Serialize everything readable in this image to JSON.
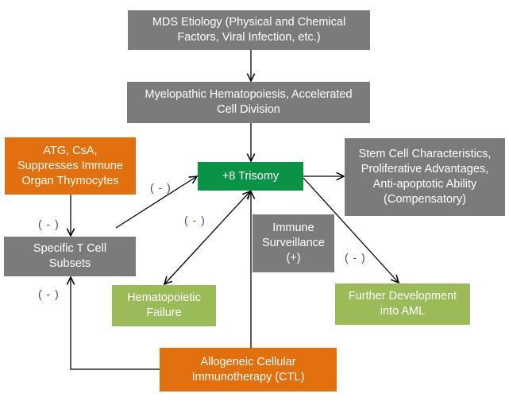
{
  "nodes": {
    "etiology": {
      "text": "MDS Etiology (Physical and Chemical\nFactors, Viral Infection, etc.)",
      "color": "#7b7b7b"
    },
    "hematopoiesis": {
      "text": "Myelopathic Hematopoiesis, Accelerated\nCell Division",
      "color": "#7b7b7b"
    },
    "atg": {
      "text": "ATG, CsA,\nSuppresses Immune\nOrgan Thymocytes",
      "color": "#e2700f"
    },
    "trisomy": {
      "text": "+8 Trisomy",
      "color": "#0a9344"
    },
    "stem_cell": {
      "text": "Stem Cell Characteristics,\nProliferative Advantages,\nAnti-apoptotic Ability\n(Compensatory)",
      "color": "#7b7b7b"
    },
    "t_cell": {
      "text": "Specific T Cell\nSubsets",
      "color": "#7b7b7b"
    },
    "immune_surveillance": {
      "text": "Immune\nSurveillance\n(+)",
      "color": "#7b7b7b"
    },
    "hematopoietic_failure": {
      "text": "Hematopoietic\nFailure",
      "color": "#9bbb59"
    },
    "aml": {
      "text": "Further Development\ninto AML",
      "color": "#9bbb59"
    },
    "allogeneic": {
      "text": "Allogeneic Cellular\nImmunotherapy (CTL)",
      "color": "#e2700f"
    }
  },
  "edges": [
    {
      "from": "etiology",
      "to": "hematopoiesis",
      "label": ""
    },
    {
      "from": "hematopoiesis",
      "to": "trisomy",
      "label": ""
    },
    {
      "from": "atg",
      "to": "t_cell",
      "label": "( - )"
    },
    {
      "from": "t_cell",
      "to": "trisomy",
      "label": "( - )"
    },
    {
      "from": "trisomy",
      "to": "hematopoietic_failure",
      "label": "( - )",
      "bidirectional": true
    },
    {
      "from": "trisomy",
      "to": "stem_cell",
      "label": ""
    },
    {
      "from": "trisomy",
      "to": "aml",
      "label": "( - )"
    },
    {
      "from": "allogeneic",
      "to": "trisomy",
      "label": ""
    },
    {
      "from": "allogeneic",
      "to": "t_cell",
      "label": "( - )"
    }
  ],
  "labels": {
    "atg_tcell": "( - )",
    "tcell_trisomy": "( - )",
    "trisomy_failure": "( - )",
    "trisomy_aml": "( - )",
    "allo_tcell": "( - )"
  }
}
